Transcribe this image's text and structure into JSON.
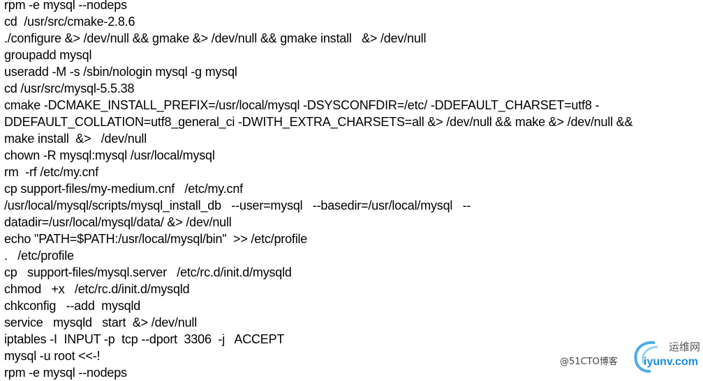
{
  "lines": [
    "rpm -e mysql --nodeps",
    "cd  /usr/src/cmake-2.8.6",
    "./configure &> /dev/null && gmake &> /dev/null && gmake install   &> /dev/null",
    "groupadd mysql",
    "useradd -M -s /sbin/nologin mysql -g mysql",
    "cd /usr/src/mysql-5.5.38",
    "cmake -DCMAKE_INSTALL_PREFIX=/usr/local/mysql -DSYSCONFDIR=/etc/ -DDEFAULT_CHARSET=utf8 -",
    "DDEFAULT_COLLATION=utf8_general_ci -DWITH_EXTRA_CHARSETS=all &> /dev/null && make &> /dev/null &&",
    "make install  &>   /dev/null",
    "chown -R mysql:mysql /usr/local/mysql",
    "rm  -rf /etc/my.cnf",
    "cp support-files/my-medium.cnf   /etc/my.cnf",
    "/usr/local/mysql/scripts/mysql_install_db   --user=mysql   --basedir=/usr/local/mysql   --",
    "datadir=/usr/local/mysql/data/ &> /dev/null",
    "echo \"PATH=$PATH:/usr/local/mysql/bin\"  >> /etc/profile",
    ".   /etc/profile",
    "cp   support-files/mysql.server   /etc/rc.d/init.d/mysqld",
    "chmod   +x   /etc/rc.d/init.d/mysqld",
    "chkconfig   --add  mysqld",
    "service   mysqld   start  &> /dev/null",
    "iptables -I  INPUT -p  tcp --dport  3306  -j   ACCEPT",
    "mysql -u root <<-!",
    "rpm -e mysql --nodeps"
  ],
  "watermark": {
    "cn": "运维网",
    "en": "iyunv.com",
    "cto": "@51CTO博客"
  }
}
